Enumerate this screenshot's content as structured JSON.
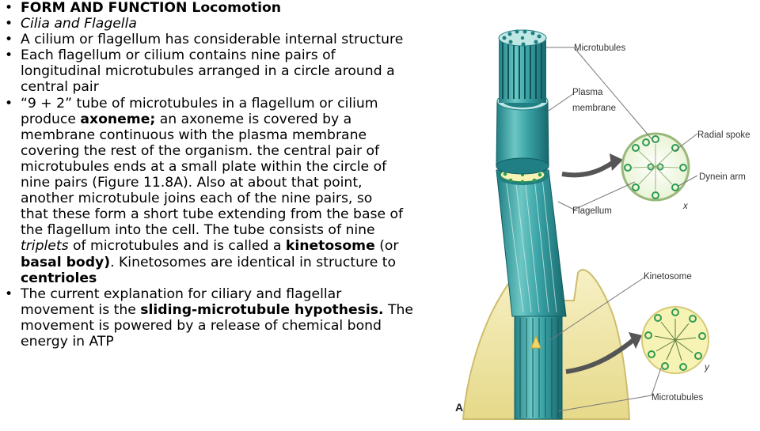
{
  "bullets": [
    {
      "parts": [
        {
          "t": "FORM AND FUNCTION Locomotion",
          "s": "b"
        }
      ]
    },
    {
      "parts": [
        {
          "t": "Cilia and Flagella",
          "s": "i"
        }
      ]
    },
    {
      "parts": [
        {
          "t": "A cilium or flagellum has considerable internal structure",
          "s": ""
        }
      ]
    },
    {
      "lines": [
        [
          {
            "t": " Each flagellum or cilium contains nine pairs of",
            "s": ""
          }
        ],
        [
          {
            "t": "longitudinal microtubules arranged in a circle around a",
            "s": ""
          }
        ],
        [
          {
            "t": "central pair",
            "s": ""
          }
        ]
      ]
    },
    {
      "lines": [
        [
          {
            "t": " “9 + 2” tube of microtubules in a flagellum or cilium",
            "s": ""
          }
        ],
        [
          {
            "t": "produce ",
            "s": ""
          },
          {
            "t": "axoneme;",
            "s": "b"
          },
          {
            "t": " an axoneme is covered by a",
            "s": ""
          }
        ],
        [
          {
            "t": "membrane continuous with the plasma membrane",
            "s": ""
          }
        ],
        [
          {
            "t": "covering the rest of the organism. the central pair of",
            "s": ""
          }
        ],
        [
          {
            "t": "microtubules ends at a small plate within the circle of",
            "s": ""
          }
        ],
        [
          {
            "t": "nine pairs (Figure 11.8A). Also at about that point,",
            "s": ""
          }
        ],
        [
          {
            "t": "another microtubule joins each of the nine pairs, so",
            "s": ""
          }
        ],
        [
          {
            "t": "that these form a short tube extending from the base of",
            "s": ""
          }
        ],
        [
          {
            "t": "the flagellum into the cell. The tube consists of nine",
            "s": ""
          }
        ],
        [
          {
            "t": "triplets",
            "s": "i"
          },
          {
            "t": " of microtubules and is called a ",
            "s": ""
          },
          {
            "t": "kinetosome",
            "s": "b"
          },
          {
            "t": " (or",
            "s": ""
          }
        ],
        [
          {
            "t": "basal body)",
            "s": "b"
          },
          {
            "t": ". Kinetosomes are identical in structure to",
            "s": ""
          }
        ],
        [
          {
            "t": "centrioles",
            "s": "b"
          }
        ]
      ]
    },
    {
      "lines": [
        [
          {
            "t": "The current explanation for ciliary and flagellar",
            "s": ""
          }
        ],
        [
          {
            "t": "movement is the ",
            "s": ""
          },
          {
            "t": "sliding-microtubule hypothesis.",
            "s": "b"
          },
          {
            "t": " The",
            "s": ""
          }
        ],
        [
          {
            "t": "movement is powered by a release of chemical bond",
            "s": ""
          }
        ],
        [
          {
            "t": "energy in ATP",
            "s": ""
          }
        ]
      ]
    }
  ],
  "bullet_glyph": "•",
  "figure": {
    "labels": {
      "microtubules_top": "Microtubules",
      "plasma": "Plasma",
      "membrane": "membrane",
      "radial_spoke": "Radial spoke",
      "dynein_arm": "Dynein arm",
      "flagellum": "Flagellum",
      "x": "x",
      "kinetosome": "Kinetosome",
      "y": "y",
      "microtubules_bottom": "Microtubules",
      "panel": "A"
    },
    "colors": {
      "tube": "#3aa3a6",
      "tube_dark": "#1f7f84",
      "tube_light": "#bfe7e4",
      "cell": "#f1e7a6",
      "cell_edge": "#d8c877",
      "dot_green": "#2e9a52",
      "disk_fill": "#f6f3b5"
    }
  }
}
